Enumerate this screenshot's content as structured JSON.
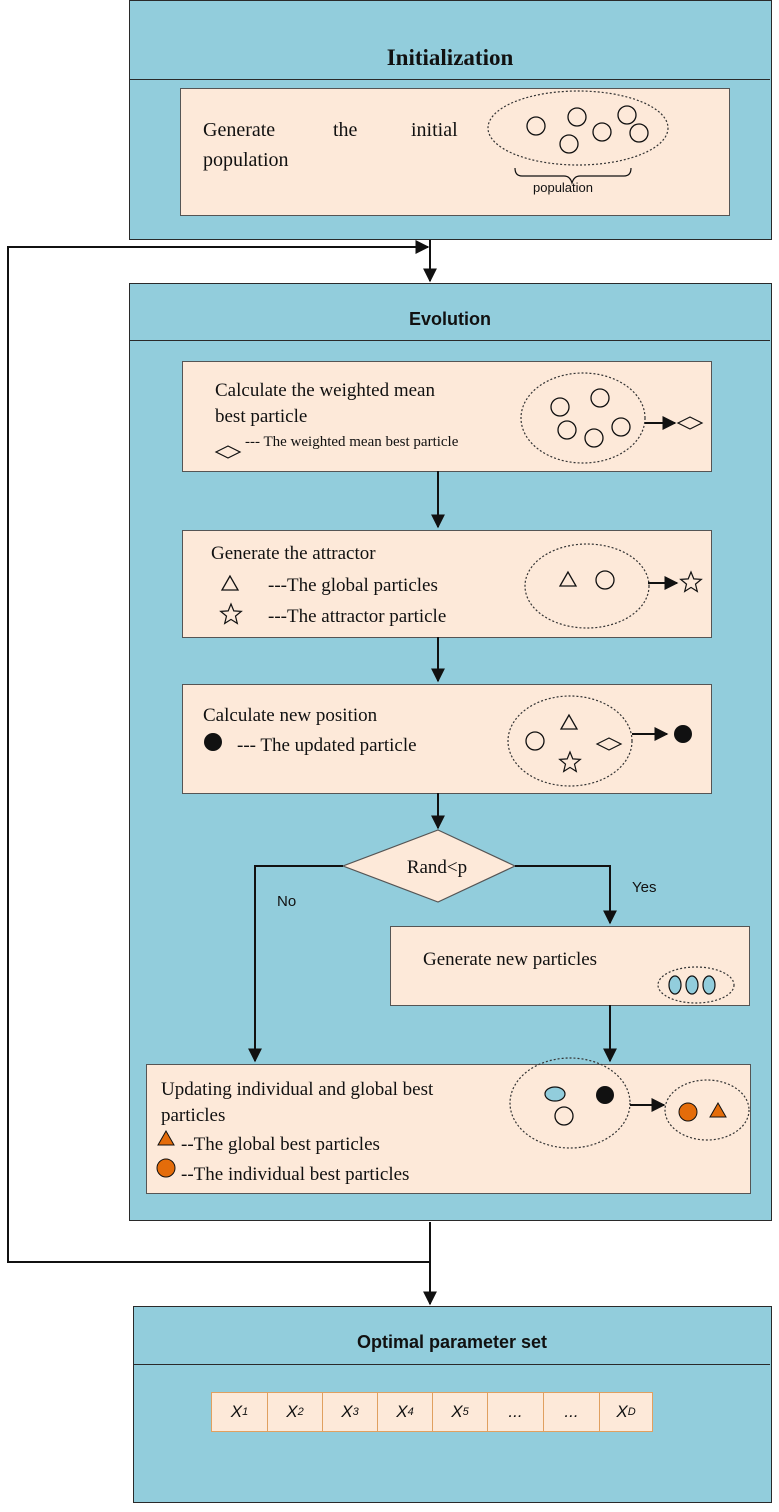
{
  "init": {
    "title": "Initialization",
    "text_line1_w1": "Generate",
    "text_line1_w2": "the",
    "text_line1_w3": "initial",
    "text_line2": "population",
    "brace_label": "population"
  },
  "evolution": {
    "title": "Evolution",
    "step1": {
      "line1": "Calculate the weighted mean",
      "line2": "best particle",
      "legend": "--- The weighted mean best particle"
    },
    "step2": {
      "title": "Generate the attractor",
      "legend1": "---The global particles",
      "legend2": "---The attractor particle"
    },
    "step3": {
      "title": "Calculate new position",
      "legend": "--- The updated particle"
    },
    "decision": "Rand<p",
    "no_label": "No",
    "yes_label": "Yes",
    "new_particles": "Generate new particles",
    "update": {
      "line1": "Updating individual and global best",
      "line2": "particles",
      "legend1": "--The global best particles",
      "legend2": "--The individual best particles"
    }
  },
  "optimal": {
    "title": "Optimal parameter set",
    "cells": [
      {
        "base": "X",
        "sub": "1"
      },
      {
        "base": "X",
        "sub": "2"
      },
      {
        "base": "X",
        "sub": "3"
      },
      {
        "base": "X",
        "sub": "4"
      },
      {
        "base": "X",
        "sub": "5"
      },
      {
        "base": "...",
        "sub": ""
      },
      {
        "base": "...",
        "sub": ""
      },
      {
        "base": "X",
        "sub": "D"
      }
    ]
  },
  "colors": {
    "panel": "#92cddc",
    "box": "#fde9d9",
    "orange": "#e46c0a",
    "blue": "#92cddc"
  }
}
